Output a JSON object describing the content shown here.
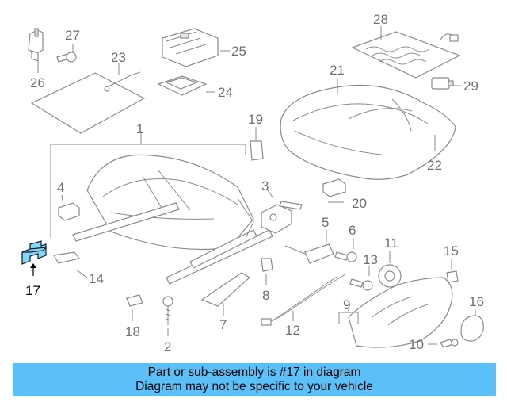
{
  "diagram": {
    "highlighted_part": "17",
    "callouts": [
      {
        "id": "c1",
        "text": "1"
      },
      {
        "id": "c2",
        "text": "2"
      },
      {
        "id": "c3",
        "text": "3"
      },
      {
        "id": "c4",
        "text": "4"
      },
      {
        "id": "c5",
        "text": "5"
      },
      {
        "id": "c6",
        "text": "6"
      },
      {
        "id": "c7",
        "text": "7"
      },
      {
        "id": "c8",
        "text": "8"
      },
      {
        "id": "c9",
        "text": "9"
      },
      {
        "id": "c10",
        "text": "10"
      },
      {
        "id": "c11",
        "text": "11"
      },
      {
        "id": "c12",
        "text": "12"
      },
      {
        "id": "c13",
        "text": "13"
      },
      {
        "id": "c14",
        "text": "14"
      },
      {
        "id": "c15",
        "text": "15"
      },
      {
        "id": "c16",
        "text": "16"
      },
      {
        "id": "c17",
        "text": "17"
      },
      {
        "id": "c18",
        "text": "18"
      },
      {
        "id": "c19",
        "text": "19"
      },
      {
        "id": "c20",
        "text": "20"
      },
      {
        "id": "c21",
        "text": "21"
      },
      {
        "id": "c22",
        "text": "22"
      },
      {
        "id": "c23",
        "text": "23"
      },
      {
        "id": "c24",
        "text": "24"
      },
      {
        "id": "c25",
        "text": "25"
      },
      {
        "id": "c26",
        "text": "26"
      },
      {
        "id": "c27",
        "text": "27"
      },
      {
        "id": "c28",
        "text": "28"
      },
      {
        "id": "c29",
        "text": "29"
      }
    ]
  },
  "banner": {
    "line1": "Part or sub-assembly is #17 in diagram",
    "line2": "Diagram may not be specific to your vehicle"
  },
  "colors": {
    "banner_bg": "#5bc0f8",
    "highlight_fill": "#7fd6ff",
    "line_gray": "#8a8a8a"
  }
}
